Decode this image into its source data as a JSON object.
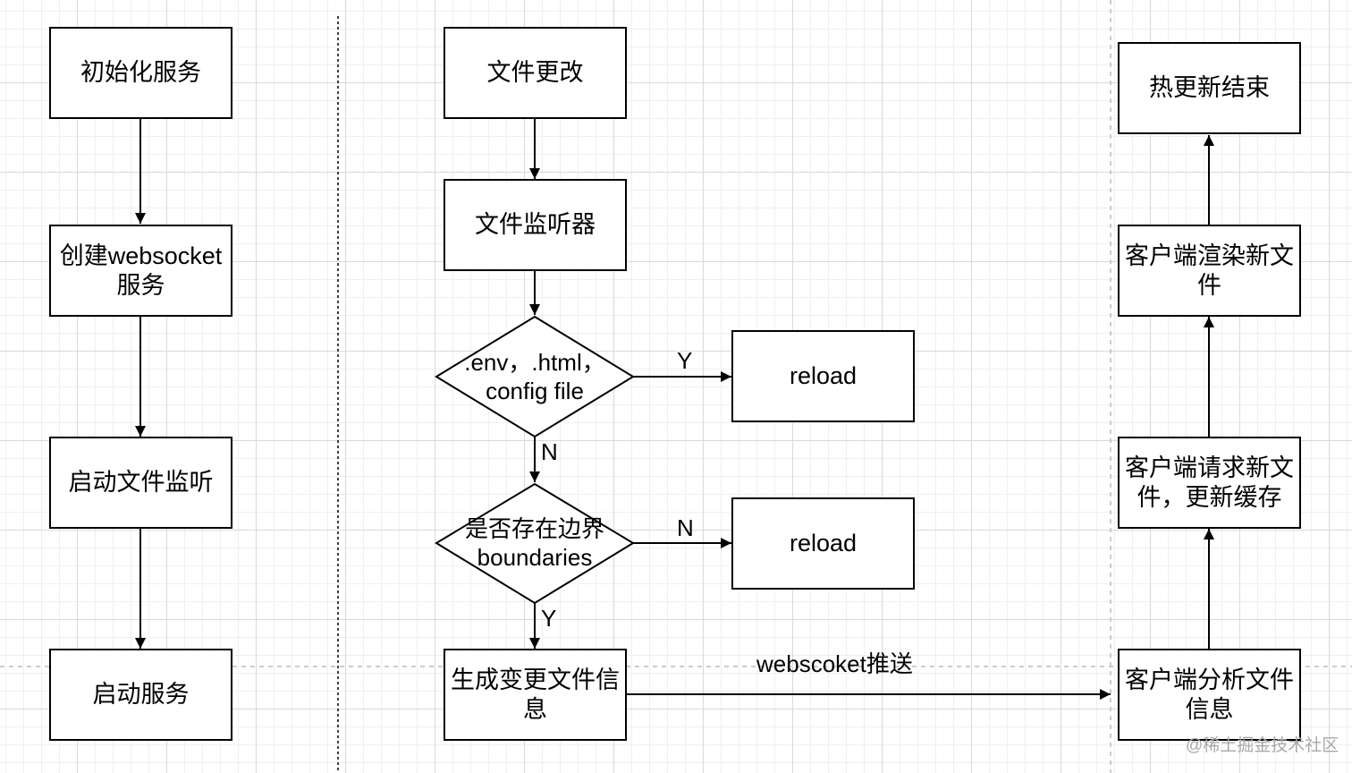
{
  "left_column": {
    "init_service": "初始化服务",
    "create_websocket": "创建websocket服务",
    "start_file_watch": "启动文件监听",
    "start_service": "启动服务"
  },
  "middle_column": {
    "file_change": "文件更改",
    "file_watcher": "文件监听器",
    "decision_config": ".env，.html，config file",
    "decision_boundaries": "是否存在边界boundaries",
    "generate_change_info": "生成变更文件信息",
    "reload_1": "reload",
    "reload_2": "reload"
  },
  "right_column": {
    "hmr_end": "热更新结束",
    "client_render": "客户端渲染新文件",
    "client_request": "客户端请求新文件，更新缓存",
    "client_analyze": "客户端分析文件信息"
  },
  "edge_labels": {
    "config_yes": "Y",
    "config_no": "N",
    "boundaries_no": "N",
    "boundaries_yes": "Y",
    "push": "webscoket推送"
  },
  "watermark": "@稀土掘金技术社区"
}
